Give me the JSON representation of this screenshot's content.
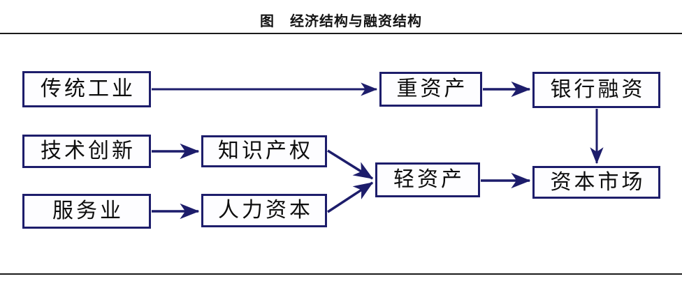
{
  "figure": {
    "label": "图",
    "title": "经济结构与融资结构",
    "footnote": ""
  },
  "colors": {
    "box_border": "#1d1d6b",
    "arrow": "#1d1d6b",
    "text": "#0d0d0d",
    "rule": "#1b1b1b",
    "background": "#ffffff"
  },
  "diagram": {
    "type": "flow-diagram",
    "nodes": [
      {
        "id": "traditional",
        "label": "传统工业",
        "column": 1,
        "row": 1
      },
      {
        "id": "techinnov",
        "label": "技术创新",
        "column": 1,
        "row": 2
      },
      {
        "id": "service",
        "label": "服务业",
        "column": 1,
        "row": 3
      },
      {
        "id": "ip",
        "label": "知识产权",
        "column": 2,
        "row": 2
      },
      {
        "id": "humancap",
        "label": "人力资本",
        "column": 2,
        "row": 3
      },
      {
        "id": "heavyasset",
        "label": "重资产",
        "column": 3,
        "row": 1
      },
      {
        "id": "lightasset",
        "label": "轻资产",
        "column": 3,
        "row": 2
      },
      {
        "id": "bankfin",
        "label": "银行融资",
        "column": 4,
        "row": 1
      },
      {
        "id": "capmarket",
        "label": "资本市场",
        "column": 4,
        "row": 2
      }
    ],
    "edges": [
      {
        "from": "traditional",
        "to": "heavyasset",
        "style": "horizontal-arrow"
      },
      {
        "from": "techinnov",
        "to": "ip",
        "style": "horizontal-arrow"
      },
      {
        "from": "service",
        "to": "humancap",
        "style": "horizontal-arrow"
      },
      {
        "from": "ip",
        "to": "lightasset",
        "style": "diagonal-arrow"
      },
      {
        "from": "humancap",
        "to": "lightasset",
        "style": "diagonal-arrow"
      },
      {
        "from": "heavyasset",
        "to": "bankfin",
        "style": "horizontal-arrow"
      },
      {
        "from": "lightasset",
        "to": "capmarket",
        "style": "horizontal-arrow"
      },
      {
        "from": "bankfin",
        "to": "capmarket",
        "style": "vertical-arrow"
      }
    ]
  }
}
